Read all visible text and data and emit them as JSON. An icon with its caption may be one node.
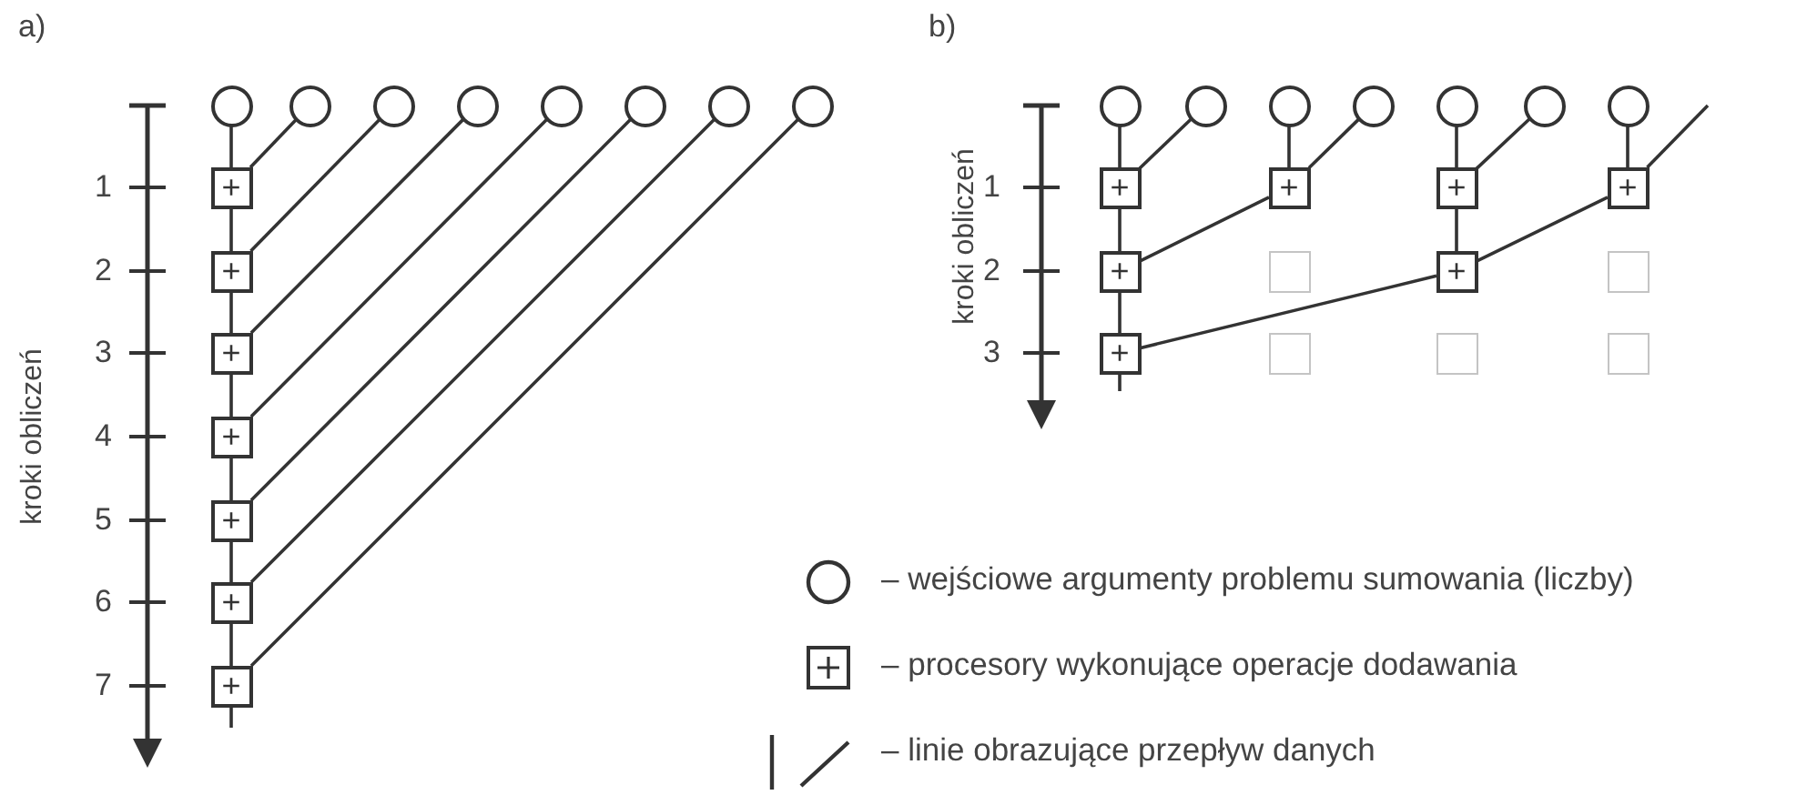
{
  "diagram": {
    "nodes": [
      {
        "text": [],
        "shape": "circle"
      },
      {
        "text": [],
        "shape": "circle"
      },
      {
        "text": [],
        "shape": "circle"
      },
      {
        "text": [],
        "shape": "circle"
      },
      {
        "text": [],
        "shape": "circle"
      },
      {
        "text": [],
        "shape": "circle"
      },
      {
        "text": [],
        "shape": "circle"
      },
      {
        "text": [],
        "shape": "circle"
      },
      {
        "text": [
          "+"
        ]
      },
      {
        "text": [
          "+"
        ]
      },
      {
        "text": [
          "+"
        ]
      },
      {
        "text": [
          "+"
        ]
      },
      {
        "text": [
          "+"
        ]
      },
      {
        "text": [
          "+"
        ]
      },
      {
        "text": [
          "+"
        ]
      },
      {
        "text": [],
        "shape": "circle"
      },
      {
        "text": [],
        "shape": "circle"
      },
      {
        "text": [],
        "shape": "circle"
      },
      {
        "text": [],
        "shape": "circle"
      },
      {
        "text": [],
        "shape": "circle"
      },
      {
        "text": [],
        "shape": "circle"
      },
      {
        "text": [],
        "shape": "circle"
      },
      {
        "text": [
          "+"
        ]
      },
      {
        "text": [
          "+"
        ]
      },
      {
        "text": [
          "+"
        ]
      },
      {
        "text": [
          "+"
        ]
      },
      {
        "text": [
          "+"
        ]
      },
      {
        "text": [],
        "shape": "box"
      },
      {
        "text": [
          "+"
        ]
      },
      {
        "text": [],
        "shape": "box"
      },
      {
        "text": [
          "+"
        ]
      },
      {
        "text": [],
        "shape": "box"
      },
      {
        "text": [],
        "shape": "box"
      },
      {
        "text": [],
        "shape": "box"
      }
    ],
    "edges": [
      {
        "from": 0,
        "to": 8,
        "arrow": "none"
      },
      {
        "from": 1,
        "to": 8,
        "arrow": "none"
      },
      {
        "from": 8,
        "to": 9,
        "arrow": "none"
      },
      {
        "from": 2,
        "to": 9,
        "arrow": "none"
      },
      {
        "from": 9,
        "to": 10,
        "arrow": "none"
      },
      {
        "from": 3,
        "to": 10,
        "arrow": "none"
      },
      {
        "from": 10,
        "to": 11,
        "arrow": "none"
      },
      {
        "from": 4,
        "to": 11,
        "arrow": "none"
      },
      {
        "from": 11,
        "to": 12,
        "arrow": "none"
      },
      {
        "from": 5,
        "to": 12,
        "arrow": "none"
      },
      {
        "from": 12,
        "to": 13,
        "arrow": "none"
      },
      {
        "from": 6,
        "to": 13,
        "arrow": "none"
      },
      {
        "from": 13,
        "to": 14,
        "arrow": "none"
      },
      {
        "from": 7,
        "to": 14,
        "arrow": "none"
      },
      {
        "from": 14,
        "to": null,
        "arrow": "none"
      },
      {
        "from": 15,
        "to": 22,
        "arrow": "none"
      },
      {
        "from": 16,
        "to": 22,
        "arrow": "none"
      },
      {
        "from": 17,
        "to": 23,
        "arrow": "none"
      },
      {
        "from": 18,
        "to": 23,
        "arrow": "none"
      },
      {
        "from": 19,
        "to": 24,
        "arrow": "none"
      },
      {
        "from": 20,
        "to": 24,
        "arrow": "none"
      },
      {
        "from": 21,
        "to": 25,
        "arrow": "none"
      },
      {
        "from": null,
        "to": 25,
        "arrow": "none"
      },
      {
        "from": 22,
        "to": 26,
        "arrow": "none"
      },
      {
        "from": 23,
        "to": 26,
        "arrow": "none"
      },
      {
        "from": 24,
        "to": 28,
        "arrow": "none"
      },
      {
        "from": 25,
        "to": 28,
        "arrow": "none"
      },
      {
        "from": 26,
        "to": 30,
        "arrow": "none"
      },
      {
        "from": 28,
        "to": 30,
        "arrow": "none"
      },
      {
        "from": 30,
        "to": null,
        "arrow": "none"
      }
    ],
    "labels": [
      "a)",
      "b)",
      "1",
      "1",
      "2",
      "2",
      "3",
      "3",
      "4",
      "5",
      "6",
      "7",
      "kroki obliczeń",
      "kroki obliczeń"
    ],
    "legend": [
      {
        "text": "– wejściowe argumenty problemu sumowania (liczby)"
      },
      {
        "text": "– procesory wykonujące operacje dodawania"
      },
      {
        "text": "– linie obrazujące przepływ danych"
      }
    ]
  }
}
